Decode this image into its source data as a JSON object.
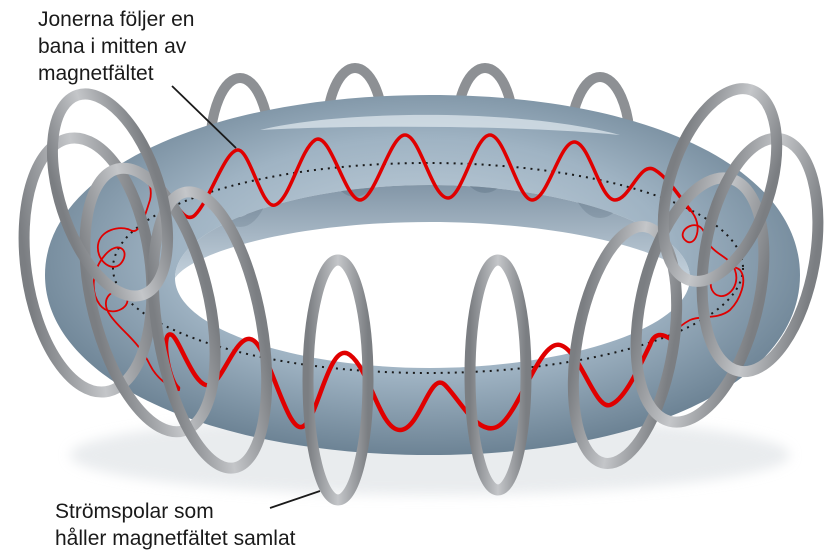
{
  "labels": {
    "ions": {
      "lines": [
        "Jonerna följer en",
        "bana i mitten av",
        "magnetfältet"
      ]
    },
    "coils": {
      "lines": [
        "Strömspolar som",
        "håller magnetfältet samlat"
      ]
    }
  },
  "colors": {
    "torus_light": "#c5d3de",
    "torus_mid": "#8fa6b8",
    "torus_dark": "#5e7587",
    "coil": "#a9abae",
    "coil_dark": "#6f7275",
    "ion_path": "#e00000",
    "center_line": "#1a1a1a"
  }
}
